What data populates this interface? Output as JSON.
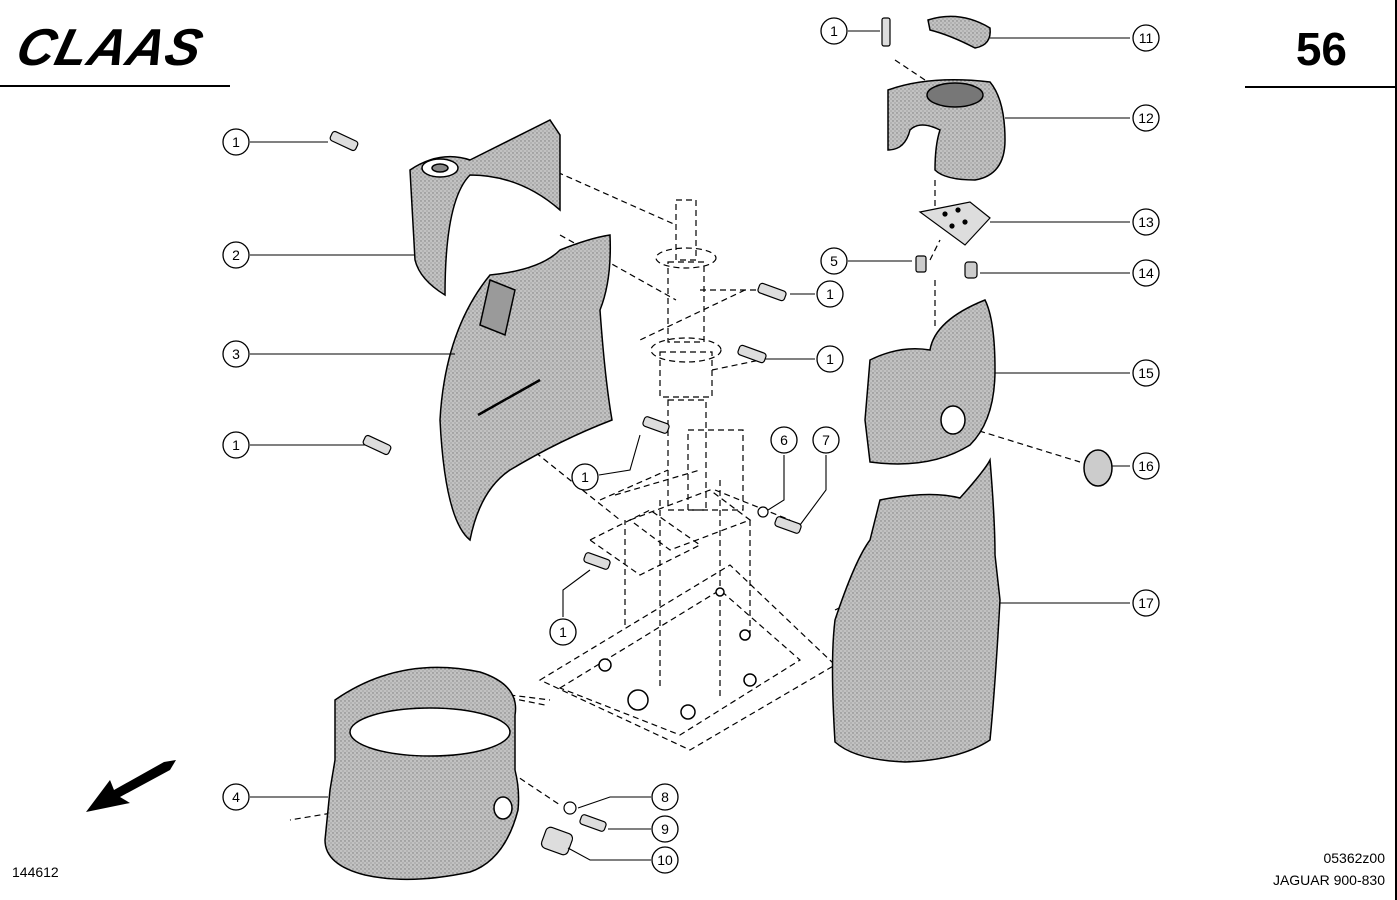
{
  "header": {
    "brand_logo": "CLAAS",
    "page_number": "56"
  },
  "footer": {
    "figure_id": "144612",
    "drawing_code": "05362z00",
    "model": "JAGUAR 900-830"
  },
  "callouts": [
    {
      "label": "1"
    },
    {
      "label": "2"
    },
    {
      "label": "3"
    },
    {
      "label": "1"
    },
    {
      "label": "4"
    },
    {
      "label": "1"
    },
    {
      "label": "1"
    },
    {
      "label": "1"
    },
    {
      "label": "1"
    },
    {
      "label": "6"
    },
    {
      "label": "7"
    },
    {
      "label": "8"
    },
    {
      "label": "9"
    },
    {
      "label": "10"
    },
    {
      "label": "1"
    },
    {
      "label": "11"
    },
    {
      "label": "12"
    },
    {
      "label": "13"
    },
    {
      "label": "5"
    },
    {
      "label": "14"
    },
    {
      "label": "15"
    },
    {
      "label": "16"
    },
    {
      "label": "17"
    }
  ],
  "colors": {
    "line": "#000000",
    "shade": "#b9b9b9",
    "background": "#ffffff"
  }
}
